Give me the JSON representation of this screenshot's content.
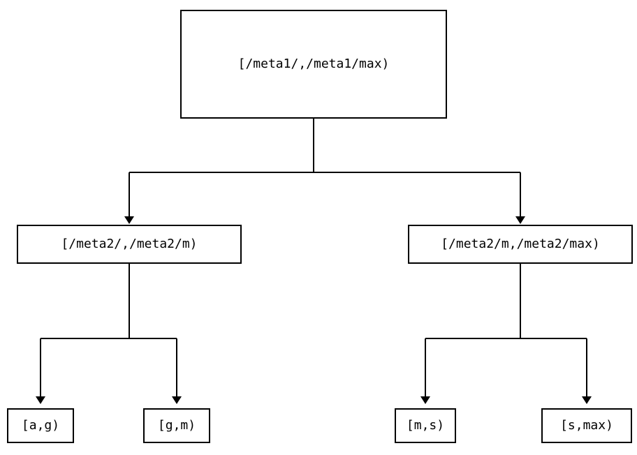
{
  "colors": {
    "background": "#ffffff",
    "line": "#000000",
    "box_border": "#000000",
    "text": "#000000"
  },
  "nodes": {
    "root": "[/meta1/,/meta1/max)",
    "meta2_left": "[/meta2/,/meta2/m)",
    "meta2_right": "[/meta2/m,/meta2/max)",
    "leaf_ag": "[a,g)",
    "leaf_gm": "[g,m)",
    "leaf_ms": "[m,s)",
    "leaf_smax": "[s,max)"
  }
}
